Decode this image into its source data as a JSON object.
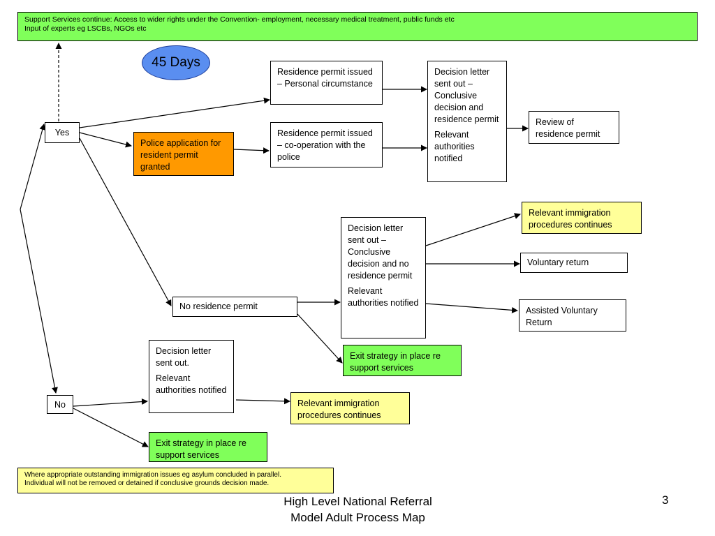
{
  "top_banner": {
    "line1": "Support Services continue: Access to wider rights under the Convention- employment, necessary medical treatment, public funds etc",
    "line2": "Input of experts eg LSCBs, NGOs etc"
  },
  "days_oval": "45 Days",
  "yes_label": "Yes",
  "no_label": "No",
  "police_application": "Police application for resident permit granted",
  "residence_personal": "Residence permit issued – Personal circumstance",
  "residence_cooperation": "Residence permit issued – co-operation with the police",
  "decision_conclusive_permit": {
    "line1": "Decision letter sent out – Conclusive decision and residence permit",
    "line2": "Relevant authorities notified"
  },
  "review_permit": "Review of residence permit",
  "decision_conclusive_no_permit": {
    "line1": "Decision letter sent out – Conclusive decision and no residence permit",
    "line2": "Relevant authorities notified"
  },
  "immigration_procedures_top": "Relevant immigration procedures continues",
  "voluntary_return": "Voluntary return",
  "assisted_voluntary_return": "Assisted Voluntary Return",
  "no_residence_permit": "No residence permit",
  "exit_strategy_mid": "Exit strategy in place re support services",
  "decision_sent_out": {
    "line1": "Decision letter sent out.",
    "line2": "Relevant authorities notified"
  },
  "immigration_procedures_bottom": "Relevant immigration procedures continues",
  "exit_strategy_bottom": "Exit strategy in place re support services",
  "bottom_note": {
    "line1": "Where appropriate outstanding immigration issues eg  asylum concluded in parallel.",
    "line2": "Individual will not be removed or detained if conclusive grounds decision made."
  },
  "footer": {
    "title_line1": "High Level National Referral",
    "title_line2": "Model Adult Process Map",
    "page_number": "3"
  },
  "colors": {
    "green": "#80ff5a",
    "yellow": "#ffff99",
    "orange": "#ff9900",
    "oval_blue": "#5a8ef0"
  }
}
